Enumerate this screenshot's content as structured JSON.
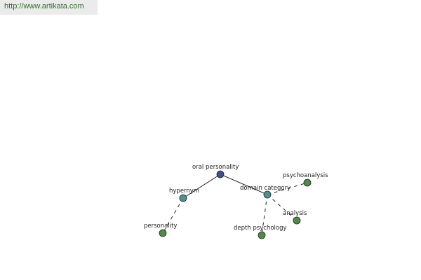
{
  "source_url": "http://www.artikata.com",
  "colors": {
    "banner_background": "#ebebeb",
    "banner_text": "#2f6f2f",
    "root_node": "#3f4f8f",
    "relation_node": "#4e9090",
    "leaf_node": "#4e8a48",
    "node_stroke": "#1d2d1d",
    "edge": "#222222"
  },
  "graph": {
    "nodes": [
      {
        "id": "oral-personality",
        "label": "oral personality",
        "kind": "root"
      },
      {
        "id": "hypernym",
        "label": "hypernym",
        "kind": "relation"
      },
      {
        "id": "domain-category",
        "label": "domain category",
        "kind": "relation"
      },
      {
        "id": "personality",
        "label": "personality",
        "kind": "leaf"
      },
      {
        "id": "psychoanalysis",
        "label": "psychoanalysis",
        "kind": "leaf"
      },
      {
        "id": "analysis",
        "label": "analysis",
        "kind": "leaf"
      },
      {
        "id": "depth-psychology",
        "label": "depth psychology",
        "kind": "leaf"
      }
    ],
    "edges": [
      {
        "from": "oral-personality",
        "to": "hypernym",
        "style": "solid"
      },
      {
        "from": "oral-personality",
        "to": "domain-category",
        "style": "solid"
      },
      {
        "from": "hypernym",
        "to": "personality",
        "style": "dashed"
      },
      {
        "from": "domain-category",
        "to": "psychoanalysis",
        "style": "dashed"
      },
      {
        "from": "domain-category",
        "to": "analysis",
        "style": "dashed"
      },
      {
        "from": "domain-category",
        "to": "depth-psychology",
        "style": "dashed"
      }
    ]
  }
}
